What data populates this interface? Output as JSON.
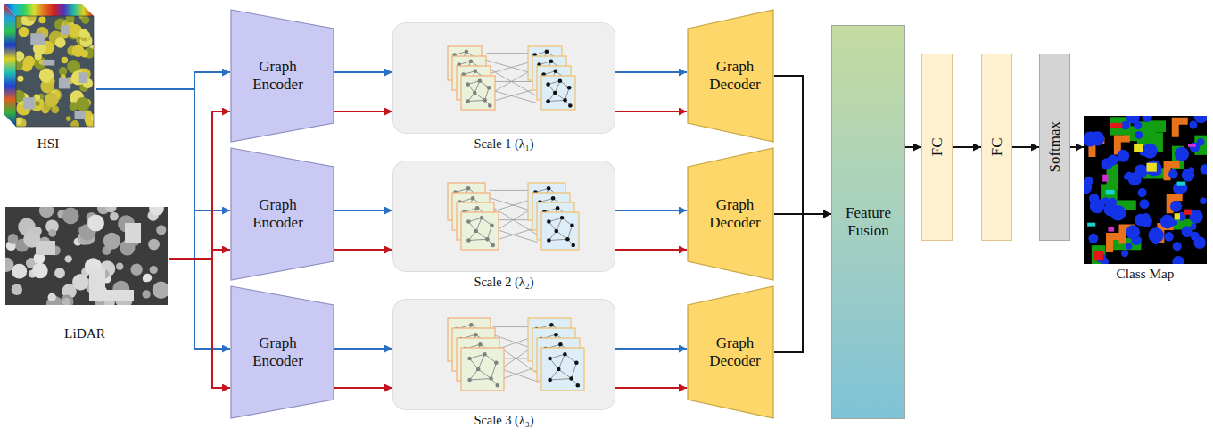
{
  "diagram": {
    "nodes": [
      {
        "text": [
          "HSI"
        ]
      },
      {
        "text": [
          "LiDAR"
        ]
      },
      {
        "text": [
          "Graph Encoder"
        ]
      },
      {
        "text": [
          "Graph Encoder"
        ]
      },
      {
        "text": [
          "Graph Encoder"
        ]
      },
      {
        "text": [
          "Scale 1 (λ₁)"
        ]
      },
      {
        "text": [
          "Scale 2 (λ₂)"
        ]
      },
      {
        "text": [
          "Scale 3 (λ₃)"
        ]
      },
      {
        "text": [
          "Graph Decoder"
        ]
      },
      {
        "text": [
          "Graph Decoder"
        ]
      },
      {
        "text": [
          "Graph Decoder"
        ]
      },
      {
        "text": [
          "Feature Fusion"
        ]
      },
      {
        "text": [
          "FC"
        ]
      },
      {
        "text": [
          "FC"
        ]
      },
      {
        "text": [
          "Softmax"
        ]
      },
      {
        "text": [
          "Class Map"
        ]
      }
    ],
    "edges": [
      {
        "from": 0,
        "to": 2,
        "arrow": "to"
      },
      {
        "from": 0,
        "to": 3,
        "arrow": "to"
      },
      {
        "from": 0,
        "to": 4,
        "arrow": "to"
      },
      {
        "from": 1,
        "to": 2,
        "arrow": "to"
      },
      {
        "from": 1,
        "to": 3,
        "arrow": "to"
      },
      {
        "from": 1,
        "to": 4,
        "arrow": "to"
      },
      {
        "from": 2,
        "to": 5,
        "arrow": "to"
      },
      {
        "from": 2,
        "to": 5,
        "arrow": "to"
      },
      {
        "from": 3,
        "to": 6,
        "arrow": "to"
      },
      {
        "from": 3,
        "to": 6,
        "arrow": "to"
      },
      {
        "from": 4,
        "to": 7,
        "arrow": "to"
      },
      {
        "from": 4,
        "to": 7,
        "arrow": "to"
      },
      {
        "from": 5,
        "to": 8,
        "arrow": "to"
      },
      {
        "from": 5,
        "to": 8,
        "arrow": "to"
      },
      {
        "from": 6,
        "to": 9,
        "arrow": "to"
      },
      {
        "from": 6,
        "to": 9,
        "arrow": "to"
      },
      {
        "from": 7,
        "to": 10,
        "arrow": "to"
      },
      {
        "from": 7,
        "to": 10,
        "arrow": "to"
      },
      {
        "from": 8,
        "to": 11,
        "arrow": "to"
      },
      {
        "from": 9,
        "to": 11,
        "arrow": "to"
      },
      {
        "from": 10,
        "to": 11,
        "arrow": "to"
      },
      {
        "from": 11,
        "to": 12,
        "arrow": "to"
      },
      {
        "from": 12,
        "to": 13,
        "arrow": "to"
      },
      {
        "from": 13,
        "to": 14,
        "arrow": "to"
      },
      {
        "from": 14,
        "to": 15,
        "arrow": "to"
      }
    ]
  }
}
